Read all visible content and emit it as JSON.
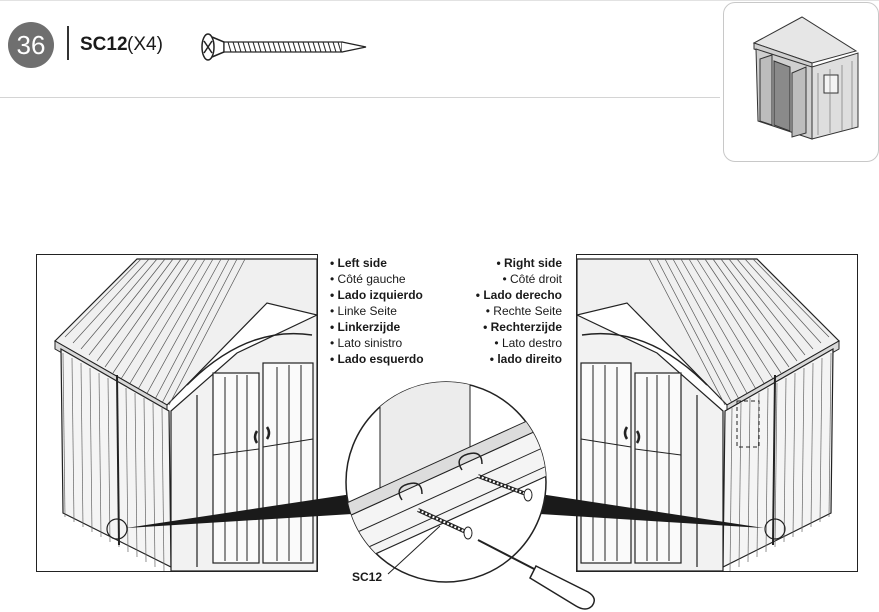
{
  "header": {
    "step_number": "36",
    "part_code": "SC12",
    "part_quantity": "(X4)"
  },
  "labels_left": [
    {
      "text": "• Left side",
      "bold": true
    },
    {
      "text": "• Côté gauche",
      "bold": false
    },
    {
      "text": "• Lado izquierdo",
      "bold": true
    },
    {
      "text": "• Linke Seite",
      "bold": false
    },
    {
      "text": "• Linkerzijde",
      "bold": true
    },
    {
      "text": "• Lato sinistro",
      "bold": false
    },
    {
      "text": "• Lado esquerdo",
      "bold": true
    }
  ],
  "labels_right": [
    {
      "text": "• Right side",
      "bold": true
    },
    {
      "text": "• Côté droit",
      "bold": false
    },
    {
      "text": "• Lado derecho",
      "bold": true
    },
    {
      "text": "• Rechte Seite",
      "bold": false
    },
    {
      "text": "• Rechterzijde",
      "bold": true
    },
    {
      "text": "• Lato destro",
      "bold": false
    },
    {
      "text": "• lado direito",
      "bold": true
    }
  ],
  "callout": {
    "screw_label": "SC12"
  },
  "colors": {
    "badge": "#6f6f6f",
    "line": "#222222",
    "shed_fill": "#f2f2f2",
    "wedge": "#1a1a1a"
  }
}
